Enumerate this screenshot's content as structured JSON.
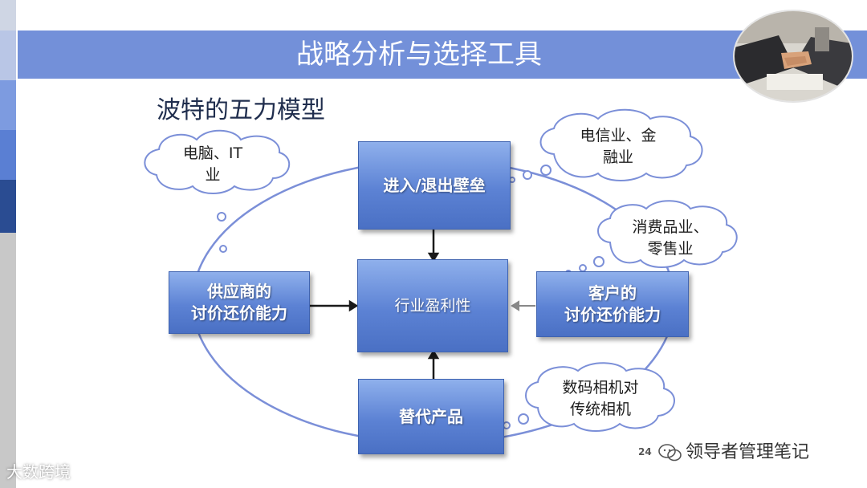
{
  "slide": {
    "title": "战略分析与选择工具",
    "subtitle": "波特的五力模型",
    "page_number": "24"
  },
  "boxes": {
    "entry": "进入/退出壁垒",
    "center": "行业盈利性",
    "supplier_line1": "供应商的",
    "supplier_line2": "讨价还价能力",
    "customer_line1": "客户的",
    "customer_line2": "讨价还价能力",
    "substitute": "替代产品"
  },
  "clouds": {
    "it_line1": "电脑、IT",
    "it_line2": "业",
    "telecom_line1": "电信业、金",
    "telecom_line2": "融业",
    "consumer_line1": "消费品业、",
    "consumer_line2": "零售业",
    "camera_line1": "数码相机对",
    "camera_line2": "传统相机"
  },
  "branding": {
    "account": "领导者管理笔记",
    "watermark": "大数跨境"
  },
  "colors": {
    "title_bar": "#7390d9",
    "box_fill": "#5c82d4",
    "ellipse": "#7b8fd8"
  }
}
